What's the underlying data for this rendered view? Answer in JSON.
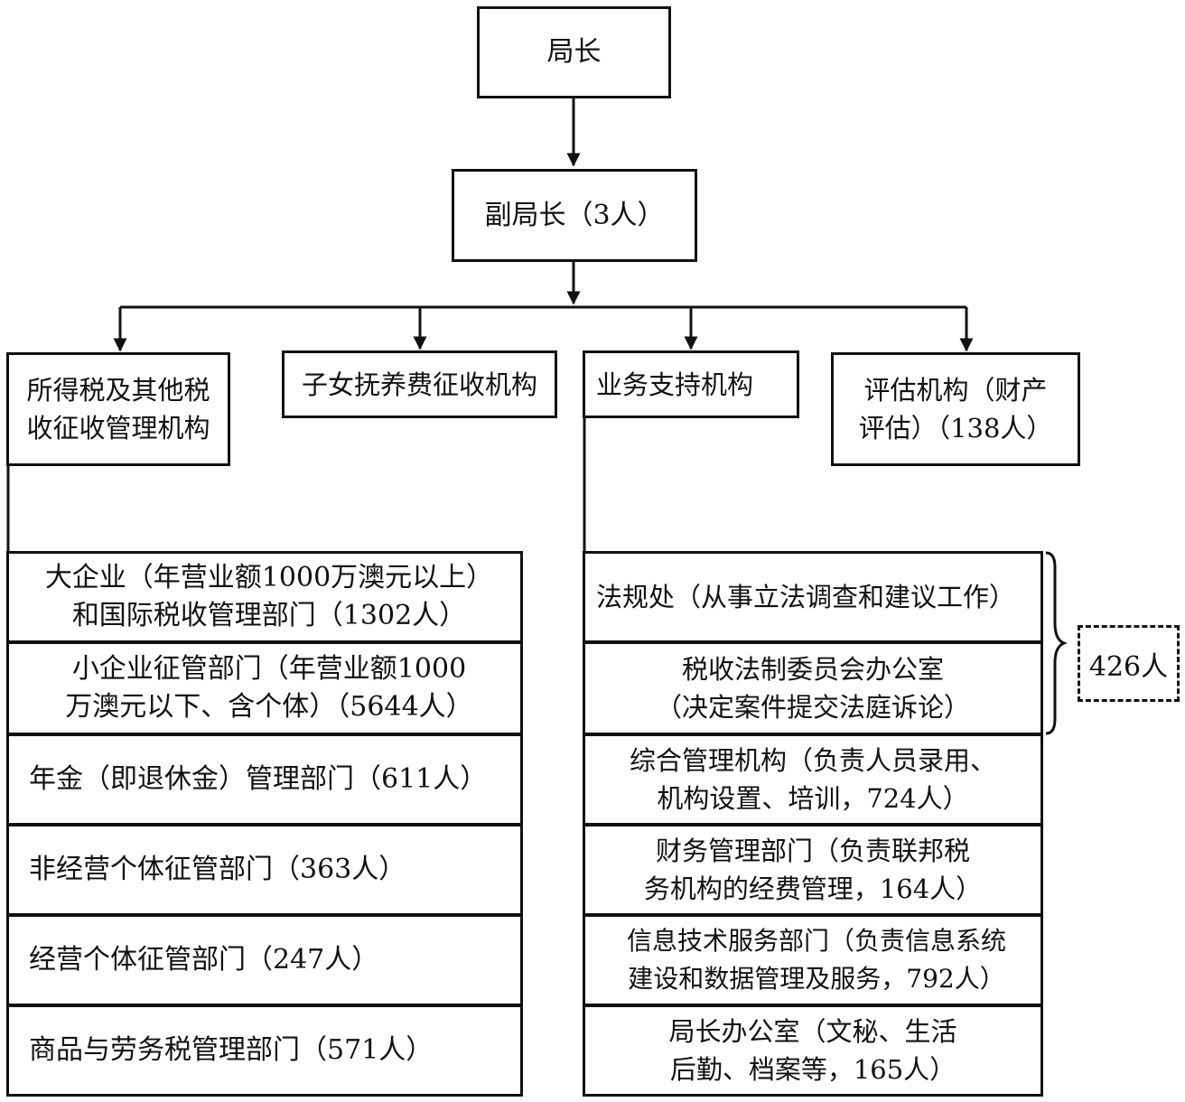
{
  "top": {
    "director": "局长",
    "deputy": "副局长（3人）"
  },
  "branches": {
    "income_tax": [
      "所得税及其他税",
      "收征收管理机构"
    ],
    "child_support": "子女抚养费征收机构",
    "business_support": "业务支持机构",
    "valuation": [
      "评估机构（财产",
      "评估）（138人）"
    ]
  },
  "left_units": [
    [
      "大企业（年营业额1000万澳元以上）",
      "和国际税收管理部门（1302人）"
    ],
    [
      "小企业征管部门（年营业额1000",
      "万澳元以下、含个体）（5644人）"
    ],
    [
      "年金（即退休金）管理部门（611人）"
    ],
    [
      "非经营个体征管部门（363人）"
    ],
    [
      "经营个体征管部门（247人）"
    ],
    [
      "商品与劳务税管理部门（571人）"
    ]
  ],
  "right_units": [
    [
      "法规处（从事立法调查和建议工作）"
    ],
    [
      "税收法制委员会办公室",
      "（决定案件提交法庭诉论）"
    ],
    [
      "综合管理机构（负责人员录用、",
      "机构设置、培训，724人）"
    ],
    [
      "财务管理部门（负责联邦税",
      "务机构的经费管理，164人）"
    ],
    [
      "信息技术服务部门（负责信息系统",
      "建设和数据管理及服务，792人）"
    ],
    [
      "局长办公室（文秘、生活",
      "后勤、档案等，165人）"
    ]
  ],
  "bracket_total": "426人"
}
